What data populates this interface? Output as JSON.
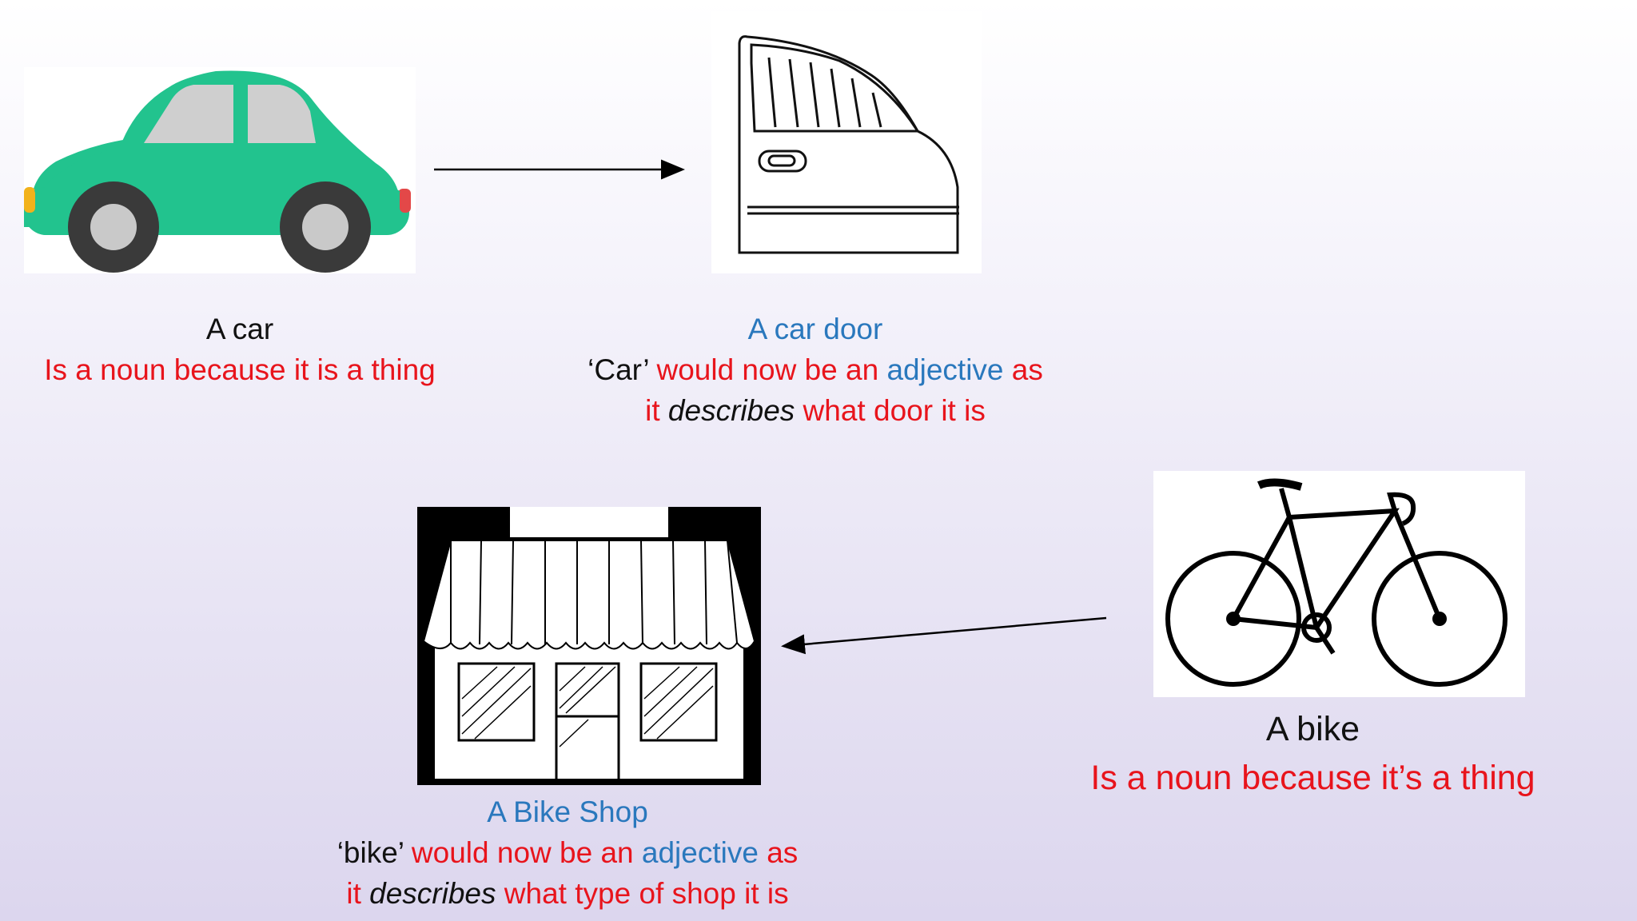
{
  "colors": {
    "red": "#e8141c",
    "blue": "#2a78bd",
    "black": "#111111",
    "car_body": "#22c38e"
  },
  "car": {
    "icon": "car-icon",
    "title": "A car",
    "desc": "Is a noun because it is a thing"
  },
  "car_door": {
    "icon": "car-door-icon",
    "title": "A car door",
    "line1_word": "‘Car’",
    "line1_mid": " would now be an ",
    "line1_adj": "adjective",
    "line1_end": " as",
    "line2_start": "it ",
    "line2_italic": "describes",
    "line2_end": " what door it is"
  },
  "bike": {
    "icon": "bicycle-icon",
    "title": "A bike",
    "desc": "Is a noun because it’s a thing"
  },
  "bike_shop": {
    "icon": "shop-icon",
    "title": "A Bike Shop",
    "line1_word": "‘bike’",
    "line1_mid": " would now be an ",
    "line1_adj": "adjective",
    "line1_end": " as",
    "line2_start": "it ",
    "line2_italic": "describes",
    "line2_end": " what type of shop it is"
  }
}
